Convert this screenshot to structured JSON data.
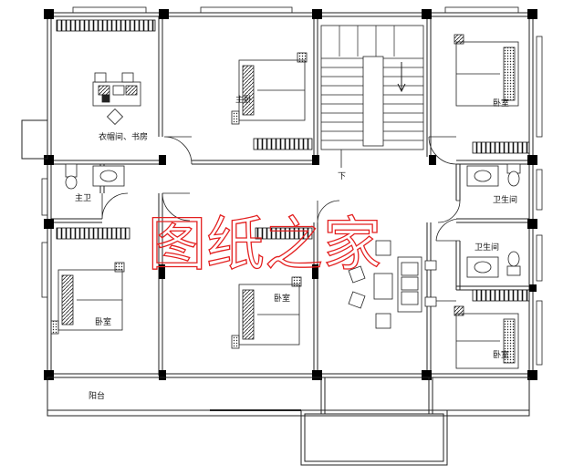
{
  "plan": {
    "rooms": {
      "master_bedroom": "主卧",
      "bedroom_ne": "卧室",
      "bedroom_se": "卧室",
      "bedroom_center": "卧室",
      "bedroom_sw": "卧室",
      "cloakroom_study": "衣帽间、书房",
      "master_bath": "主卫",
      "bathroom_1": "卫生间",
      "bathroom_2": "卫生间",
      "balcony": "阳台"
    },
    "stair_direction": "下",
    "watermark": "图纸之家"
  },
  "colors": {
    "wall": "#000000",
    "line": "#222222",
    "watermark": "#e32020"
  }
}
